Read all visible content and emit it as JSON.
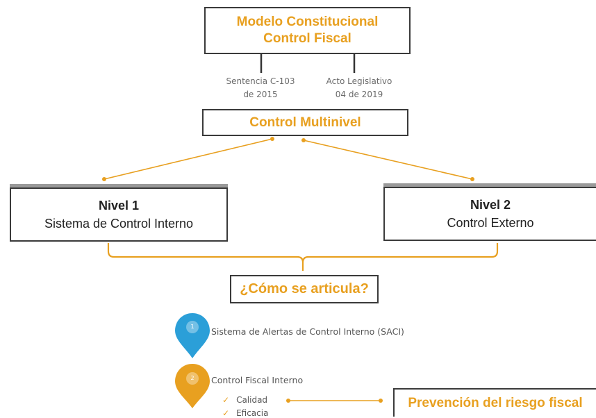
{
  "top_box": {
    "line1": "Modelo Constitucional",
    "line2": "Control Fiscal"
  },
  "legal_refs": [
    {
      "line1": "Sentencia C-103",
      "line2": "de 2015"
    },
    {
      "line1": "Acto Legislativo",
      "line2": "04 de 2019"
    }
  ],
  "multinivel": {
    "label": "Control Multinivel"
  },
  "nivel1": {
    "title": "Nivel 1",
    "subtitle": "Sistema de Control Interno"
  },
  "nivel2": {
    "title": "Nivel 2",
    "subtitle": "Control Externo"
  },
  "question": {
    "label": "¿Cómo se articula?"
  },
  "items": [
    {
      "number": "1",
      "label": "Sistema de Alertas de Control Interno (SACI)",
      "color": "#2b9fd8"
    },
    {
      "number": "2",
      "label": "Control Fiscal Interno",
      "color": "#e8a020"
    }
  ],
  "checklist": [
    {
      "mark": "✓",
      "label": "Calidad"
    },
    {
      "mark": "✓",
      "label": "Eficacia"
    }
  ],
  "prevencion": {
    "label": "Prevención del riesgo fiscal"
  },
  "colors": {
    "accent": "#e8a020",
    "border": "#3a3a3a",
    "blue": "#2b9fd8"
  }
}
